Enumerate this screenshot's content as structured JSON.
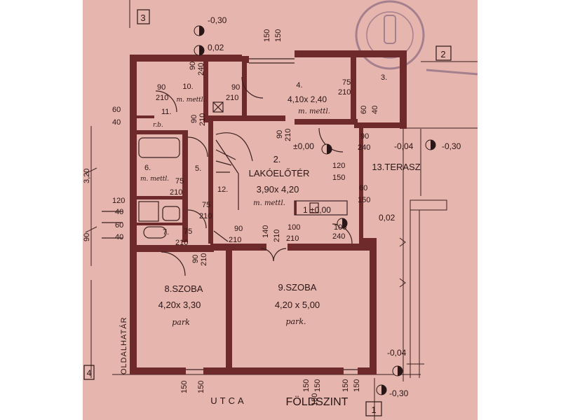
{
  "palette": {
    "paper": "#e6b5ae",
    "wall": "#6e2a2b",
    "ink": "#2a1616",
    "stamp": "#6f5676"
  },
  "rooms": {
    "r2": {
      "num": "2.",
      "name": "LAKÓELŐTÉR",
      "dims": "3,90x 4,20",
      "floor": "m. mettl."
    },
    "r3": {
      "num": "3."
    },
    "r4": {
      "num": "4.",
      "dims": "4,10x 2,40",
      "floor": "m. mettl."
    },
    "r5": {
      "num": "5."
    },
    "r6": {
      "num": "6.",
      "floor": "m. mettl."
    },
    "r7": {
      "num": "7."
    },
    "r8": {
      "name": "8.SZOBA",
      "dims": "4,20x 3,30",
      "floor": "park"
    },
    "r9": {
      "name": "9.SZOBA",
      "dims": "4,20 x 5,00",
      "floor": "park."
    },
    "r10": {
      "num": "10.",
      "floor": "m. mettl."
    },
    "r11": {
      "num": "11.",
      "note": "r.b."
    },
    "r12": {
      "num": "12."
    },
    "r13": {
      "name": "13.TERASZ"
    }
  },
  "labels": {
    "street": "UTCA",
    "floor_title": "FÖLDSZINT",
    "side_boundary": "OLDALHATÁR"
  },
  "levels": {
    "l1": "-0,30",
    "l2": "0,02",
    "l3": "±0,00",
    "l4": "-0,04",
    "l5": "-0,30",
    "l6": "1 ±0,00",
    "l7": "0,02",
    "l8": "-0,04",
    "l9": "-0,30"
  },
  "grid_marks": {
    "g1": "1",
    "g2": "2",
    "g3": "3",
    "g4": "4"
  },
  "dims": {
    "d150a": "150",
    "d150b": "150",
    "d90a": "90",
    "d240a": "240",
    "d90b": "90",
    "d210b": "210",
    "d90c": "90",
    "d210c": "210",
    "d75a": "75",
    "d210d": "210",
    "d60a": "60",
    "d40a": "40",
    "d90d": "90",
    "d210e": "210",
    "d90e": "90",
    "d210f": "210",
    "d90f": "90",
    "d240g": "240",
    "d120a": "120",
    "d150c": "150",
    "d60b": "60",
    "d150d": "150",
    "d60c": "60",
    "d75b": "75",
    "d210g": "210",
    "d75c": "75",
    "d210h": "210",
    "d120b": "120",
    "d40b": "40",
    "d60d": "60",
    "d40c": "40",
    "d320": "3,20",
    "d90g": "90",
    "d75d": "75",
    "d210i": "210",
    "d90h": "90",
    "d210j": "210",
    "d140": "140",
    "d210k": "210",
    "d100a": "100",
    "d210l": "210",
    "d100b": "100",
    "d240h": "240",
    "d90i": "90",
    "d210m": "210",
    "d150e": "150",
    "d150f": "150",
    "d150g": "150",
    "d150h": "150",
    "d150i": "150",
    "d150j": "150",
    "d150k": "150"
  }
}
